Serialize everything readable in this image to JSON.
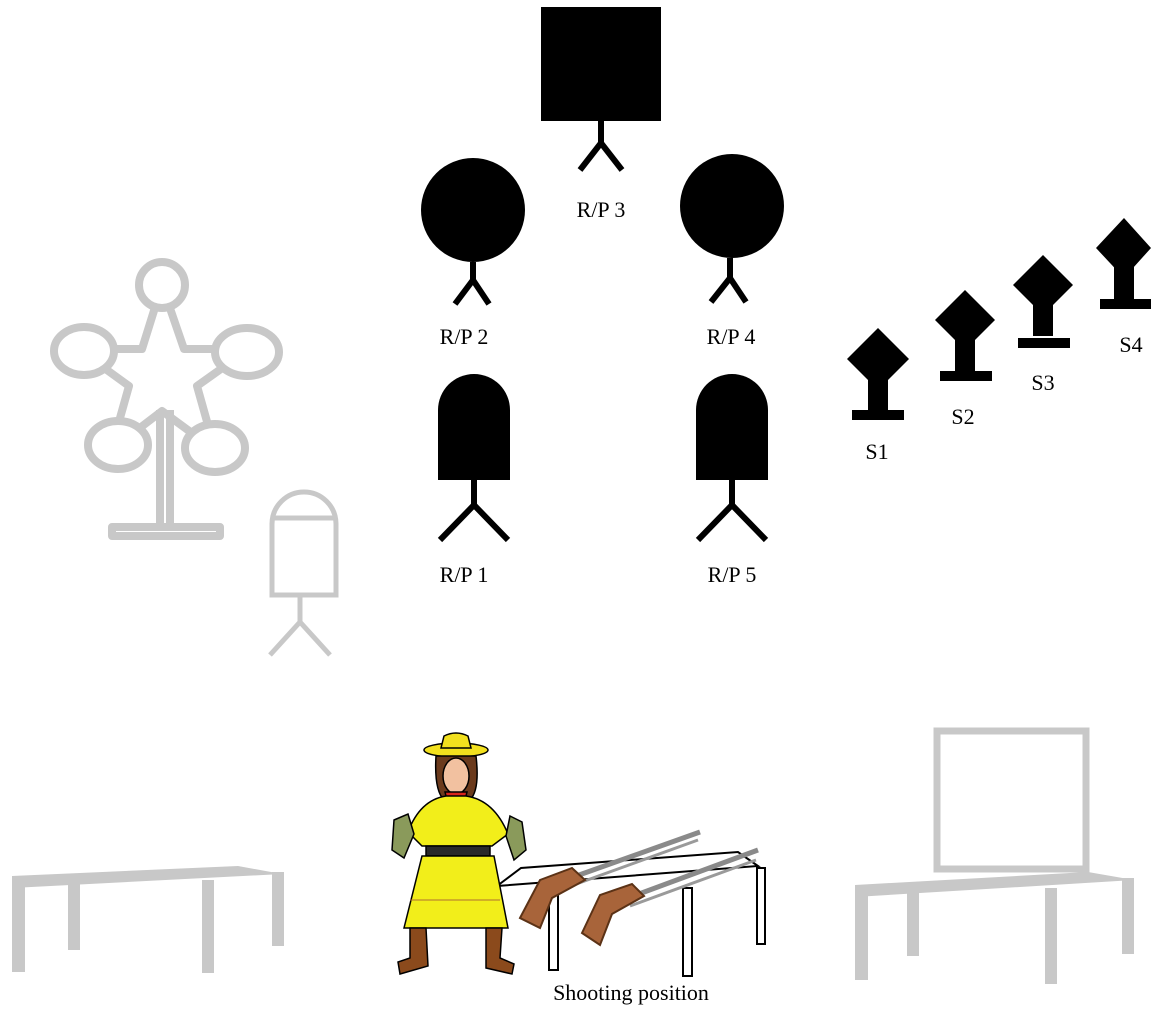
{
  "colors": {
    "target": "#000000",
    "inactive": "#c8c8c8",
    "hat": "#f2e01e",
    "dress": "#f2ee1a",
    "gloves": "#8a9a5b",
    "boots": "#8b4a1c",
    "skin": "#f2c1a0",
    "hair": "#6b3a1c",
    "scarf": "#d8251b",
    "stock": "#a8643a",
    "barrel": "#8a8a8a"
  },
  "targets": {
    "rp3": {
      "label": "R/P 3",
      "shape": "square"
    },
    "rp2": {
      "label": "R/P 2",
      "shape": "circle"
    },
    "rp4": {
      "label": "R/P 4",
      "shape": "circle"
    },
    "rp1": {
      "label": "R/P 1",
      "shape": "arch"
    },
    "rp5": {
      "label": "R/P 5",
      "shape": "arch"
    },
    "s1": {
      "label": "S1",
      "shape": "diamond-plate"
    },
    "s2": {
      "label": "S2",
      "shape": "diamond-plate"
    },
    "s3": {
      "label": "S3",
      "shape": "diamond-plate"
    },
    "s4": {
      "label": "S4",
      "shape": "diamond-plate"
    }
  },
  "decor": {
    "star_target": "star-tree-icon",
    "grey_arch": "arch-target-icon",
    "left_table": "table-icon",
    "right_table": "table-with-frame-icon",
    "cowgirl": "cowgirl-shooter-icon",
    "rifles": "rifle-icon"
  },
  "shooting_position": {
    "label": "Shooting position"
  }
}
